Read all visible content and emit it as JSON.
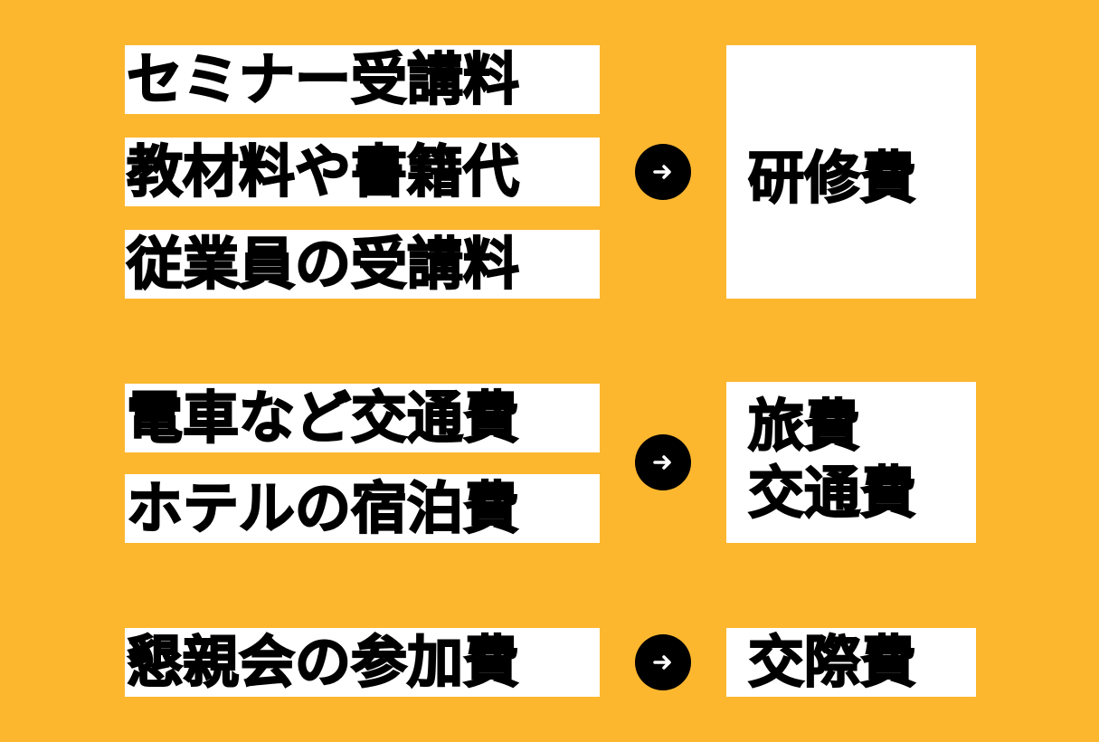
{
  "colors": {
    "background": "#FCB72F",
    "box": "#FFFFFF",
    "text": "#000000",
    "arrow_circle": "#000000",
    "arrow_glyph": "#FFFFFF"
  },
  "groups": [
    {
      "items": [
        "セミナー受講料",
        "教材料や書籍代",
        "従業員の受講料"
      ],
      "arrow_icon": "arrow-right-icon",
      "result_lines": [
        "研修費"
      ]
    },
    {
      "items": [
        "電車など交通費",
        "ホテルの宿泊費"
      ],
      "arrow_icon": "arrow-right-icon",
      "result_lines": [
        "旅費",
        "交通費"
      ]
    },
    {
      "items": [
        "懇親会の参加費"
      ],
      "arrow_icon": "arrow-right-icon",
      "result_lines": [
        "交際費"
      ]
    }
  ]
}
